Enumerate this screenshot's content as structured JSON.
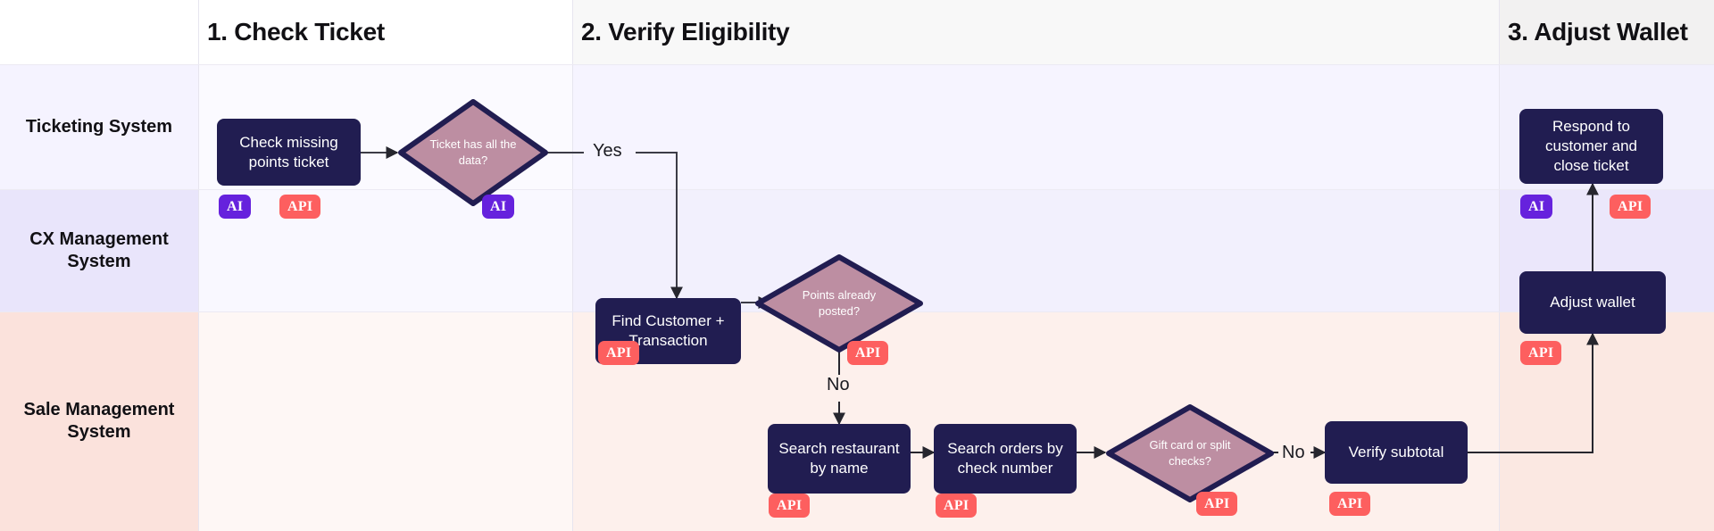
{
  "diagram": {
    "title_row_height": 72,
    "lane_label_column_width": 222,
    "phases": [
      {
        "id": "phase-1",
        "label": "1. Check Ticket"
      },
      {
        "id": "phase-2",
        "label": "2. Verify Eligibility"
      },
      {
        "id": "phase-3",
        "label": "3. Adjust Wallet"
      }
    ],
    "lanes": [
      {
        "id": "lane-ticketing",
        "label": "Ticketing System",
        "bg": "#f6f4ff"
      },
      {
        "id": "lane-cx",
        "label": "CX Management System",
        "bg": "#e9e5fb"
      },
      {
        "id": "lane-sale",
        "label": "Sale Management System",
        "bg": "#fbe2dc"
      }
    ],
    "nodes": [
      {
        "id": "node-check-missing",
        "label": "Check missing points ticket",
        "type": "process",
        "lane": "lane-ticketing",
        "phase": "phase-1"
      },
      {
        "id": "node-ticket-has-data",
        "label": "Ticket has all the data?",
        "type": "decision",
        "lane": "lane-ticketing",
        "phase": "phase-1"
      },
      {
        "id": "node-find-customer",
        "label": "Find Customer + Transaction",
        "type": "process",
        "lane": "lane-cx",
        "phase": "phase-2"
      },
      {
        "id": "node-points-posted",
        "label": "Points already posted?",
        "type": "decision",
        "lane": "lane-cx",
        "phase": "phase-2"
      },
      {
        "id": "node-search-restaurant",
        "label": "Search restaurant by name",
        "type": "process",
        "lane": "lane-sale",
        "phase": "phase-2"
      },
      {
        "id": "node-search-orders",
        "label": "Search orders by check number",
        "type": "process",
        "lane": "lane-sale",
        "phase": "phase-2"
      },
      {
        "id": "node-gift-card",
        "label": "Gift card or split checks?",
        "type": "decision",
        "lane": "lane-sale",
        "phase": "phase-2"
      },
      {
        "id": "node-verify-subtotal",
        "label": "Verify subtotal",
        "type": "process",
        "lane": "lane-sale",
        "phase": "phase-2"
      },
      {
        "id": "node-adjust-wallet",
        "label": "Adjust wallet",
        "type": "process",
        "lane": "lane-cx",
        "phase": "phase-3"
      },
      {
        "id": "node-respond-close",
        "label": "Respond to customer and close ticket",
        "type": "process",
        "lane": "lane-ticketing",
        "phase": "phase-3"
      }
    ],
    "tags": [
      {
        "id": "tag-check-missing-ai",
        "label": "AI",
        "kind": "ai",
        "node": "node-check-missing"
      },
      {
        "id": "tag-check-missing-api",
        "label": "API",
        "kind": "api",
        "node": "node-check-missing"
      },
      {
        "id": "tag-ticket-has-data-ai",
        "label": "AI",
        "kind": "ai",
        "node": "node-ticket-has-data"
      },
      {
        "id": "tag-find-customer-api",
        "label": "API",
        "kind": "api",
        "node": "node-find-customer"
      },
      {
        "id": "tag-points-posted-api",
        "label": "API",
        "kind": "api",
        "node": "node-points-posted"
      },
      {
        "id": "tag-search-restaurant-api",
        "label": "API",
        "kind": "api",
        "node": "node-search-restaurant"
      },
      {
        "id": "tag-search-orders-api",
        "label": "API",
        "kind": "api",
        "node": "node-search-orders"
      },
      {
        "id": "tag-gift-card-api",
        "label": "API",
        "kind": "api",
        "node": "node-gift-card"
      },
      {
        "id": "tag-verify-subtotal-api",
        "label": "API",
        "kind": "api",
        "node": "node-verify-subtotal"
      },
      {
        "id": "tag-adjust-wallet-api",
        "label": "API",
        "kind": "api",
        "node": "node-adjust-wallet"
      },
      {
        "id": "tag-respond-close-ai",
        "label": "AI",
        "kind": "ai",
        "node": "node-respond-close"
      },
      {
        "id": "tag-respond-close-api",
        "label": "API",
        "kind": "api",
        "node": "node-respond-close"
      }
    ],
    "edge_labels": [
      {
        "id": "edge-label-yes",
        "label": "Yes",
        "from": "node-ticket-has-data",
        "to": "node-find-customer"
      },
      {
        "id": "edge-label-no-posted",
        "label": "No",
        "from": "node-points-posted",
        "to": "node-search-restaurant"
      },
      {
        "id": "edge-label-no-gift",
        "label": "No",
        "from": "node-gift-card",
        "to": "node-verify-subtotal"
      }
    ],
    "colors": {
      "process_fill": "#211d51",
      "decision_fill": "#bd8ea2",
      "decision_stroke": "#211d51",
      "tag_ai": "#6622dd",
      "tag_api": "#fd5f5f",
      "connector": "#26262e",
      "lane_ticketing_bg": "#f6f4ff",
      "lane_cx_bg": "#e9e5fb",
      "lane_sale_bg": "#fbe2dc",
      "text_dark": "#111014",
      "text_light": "#ffffff"
    }
  }
}
